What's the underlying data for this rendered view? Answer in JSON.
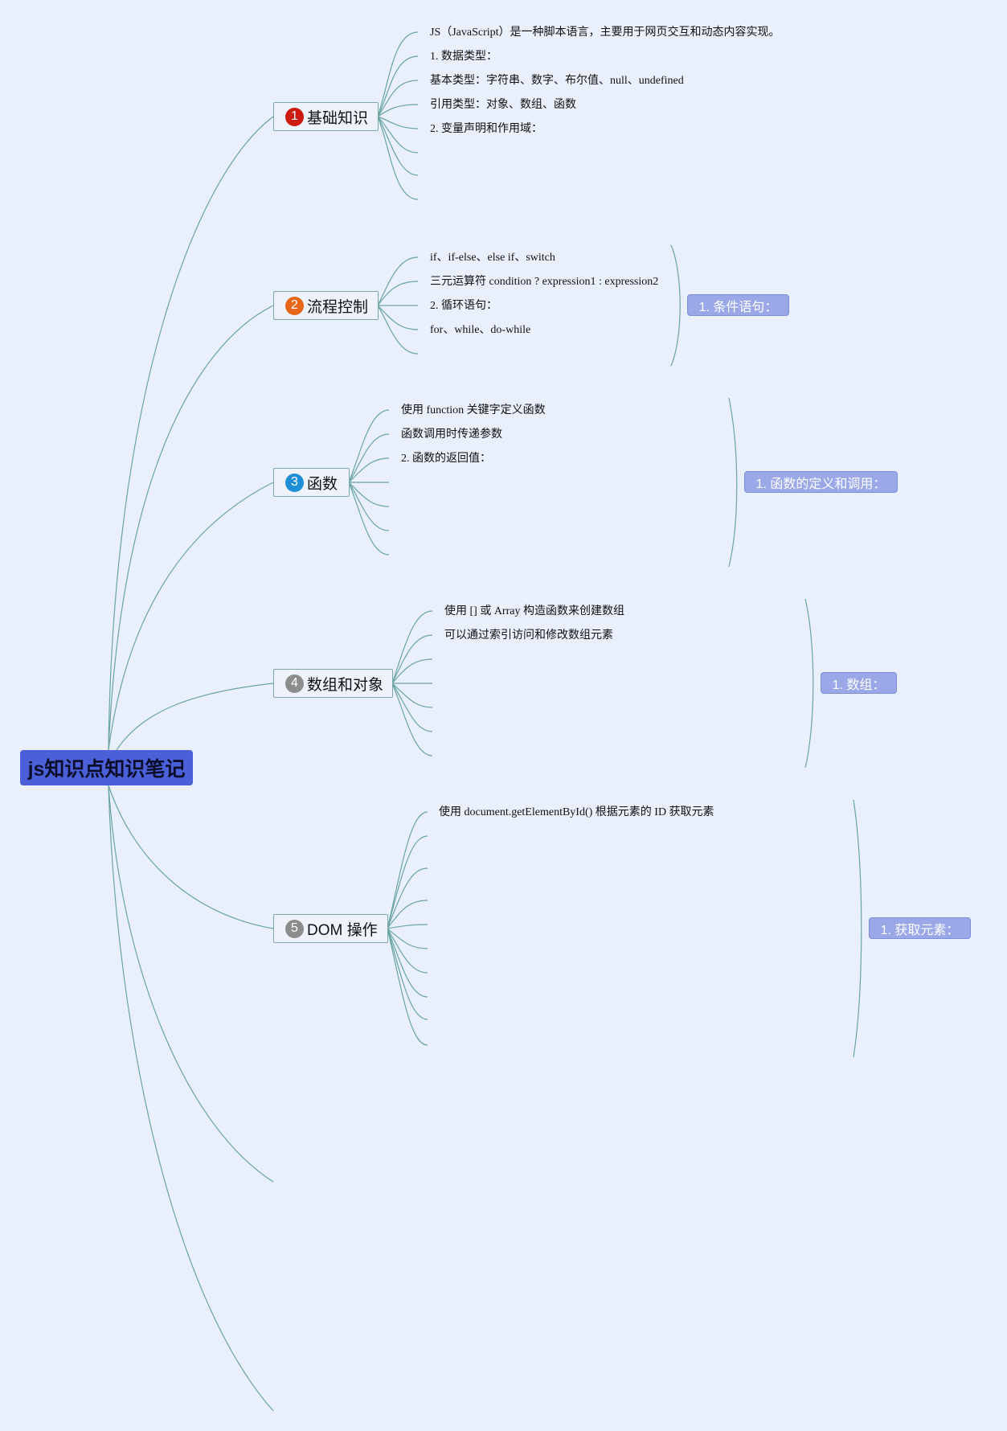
{
  "root": {
    "title": "js知识点知识笔记"
  },
  "colors": {
    "background": "#e9effb",
    "root_fill": "#4b5fd8",
    "connector": "#6aa5a3",
    "tag_fill": "#9aa8e8",
    "badge_1": "#cc1a10",
    "badge_2": "#e8661a",
    "badge_3": "#1e8fd6",
    "badge_4": "#8c8c8c",
    "badge_5": "#8c8c8c"
  },
  "branches": [
    {
      "number": "1",
      "label": "基础知识",
      "leaves": [
        "JS（JavaScript）是一种脚本语言，主要用于网页交互和动态内容实现。",
        "1. 数据类型：",
        "基本类型：字符串、数字、布尔值、null、undefined",
        "引用类型：对象、数组、函数",
        "2. 变量声明和作用域："
      ]
    },
    {
      "number": "2",
      "label": "流程控制",
      "leaves": [
        "if、if-else、else if、switch",
        "三元运算符 condition ? expression1 : expression2",
        "2. 循环语句：",
        "for、while、do-while"
      ],
      "tag": "1. 条件语句："
    },
    {
      "number": "3",
      "label": "函数",
      "leaves": [
        "使用 function 关键字定义函数",
        "函数调用时传递参数",
        "2. 函数的返回值："
      ],
      "tag": "1. 函数的定义和调用："
    },
    {
      "number": "4",
      "label": "数组和对象",
      "leaves": [
        "使用 [] 或 Array 构造函数来创建数组",
        "可以通过索引访问和修改数组元素"
      ],
      "tag": "1. 数组："
    },
    {
      "number": "5",
      "label": "DOM 操作",
      "leaves": [
        "使用 document.getElementById() 根据元素的 ID 获取元素"
      ],
      "tag": "1. 获取元素："
    }
  ]
}
